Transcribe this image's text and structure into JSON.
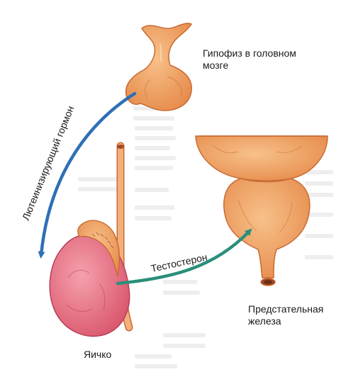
{
  "colors": {
    "organ_fill": "#f1a25e",
    "organ_light": "#f6c183",
    "organ_stroke": "#c86a32",
    "testis_fill": "#e9677a",
    "testis_stroke": "#b8405a",
    "lh_arrow": "#2f6fb6",
    "testosterone_arrow": "#2a8f7a",
    "background_faint": "#e6e6e6"
  },
  "labels": {
    "pituitary_line1": "Гипофиз в головном",
    "pituitary_line2": "мозге",
    "lh_hormone": "Лютеинизирующий гормон",
    "testosterone": "Тестостерон",
    "prostate_line1": "Предстательная",
    "prostate_line2": "железа",
    "testis": "Яичко"
  }
}
